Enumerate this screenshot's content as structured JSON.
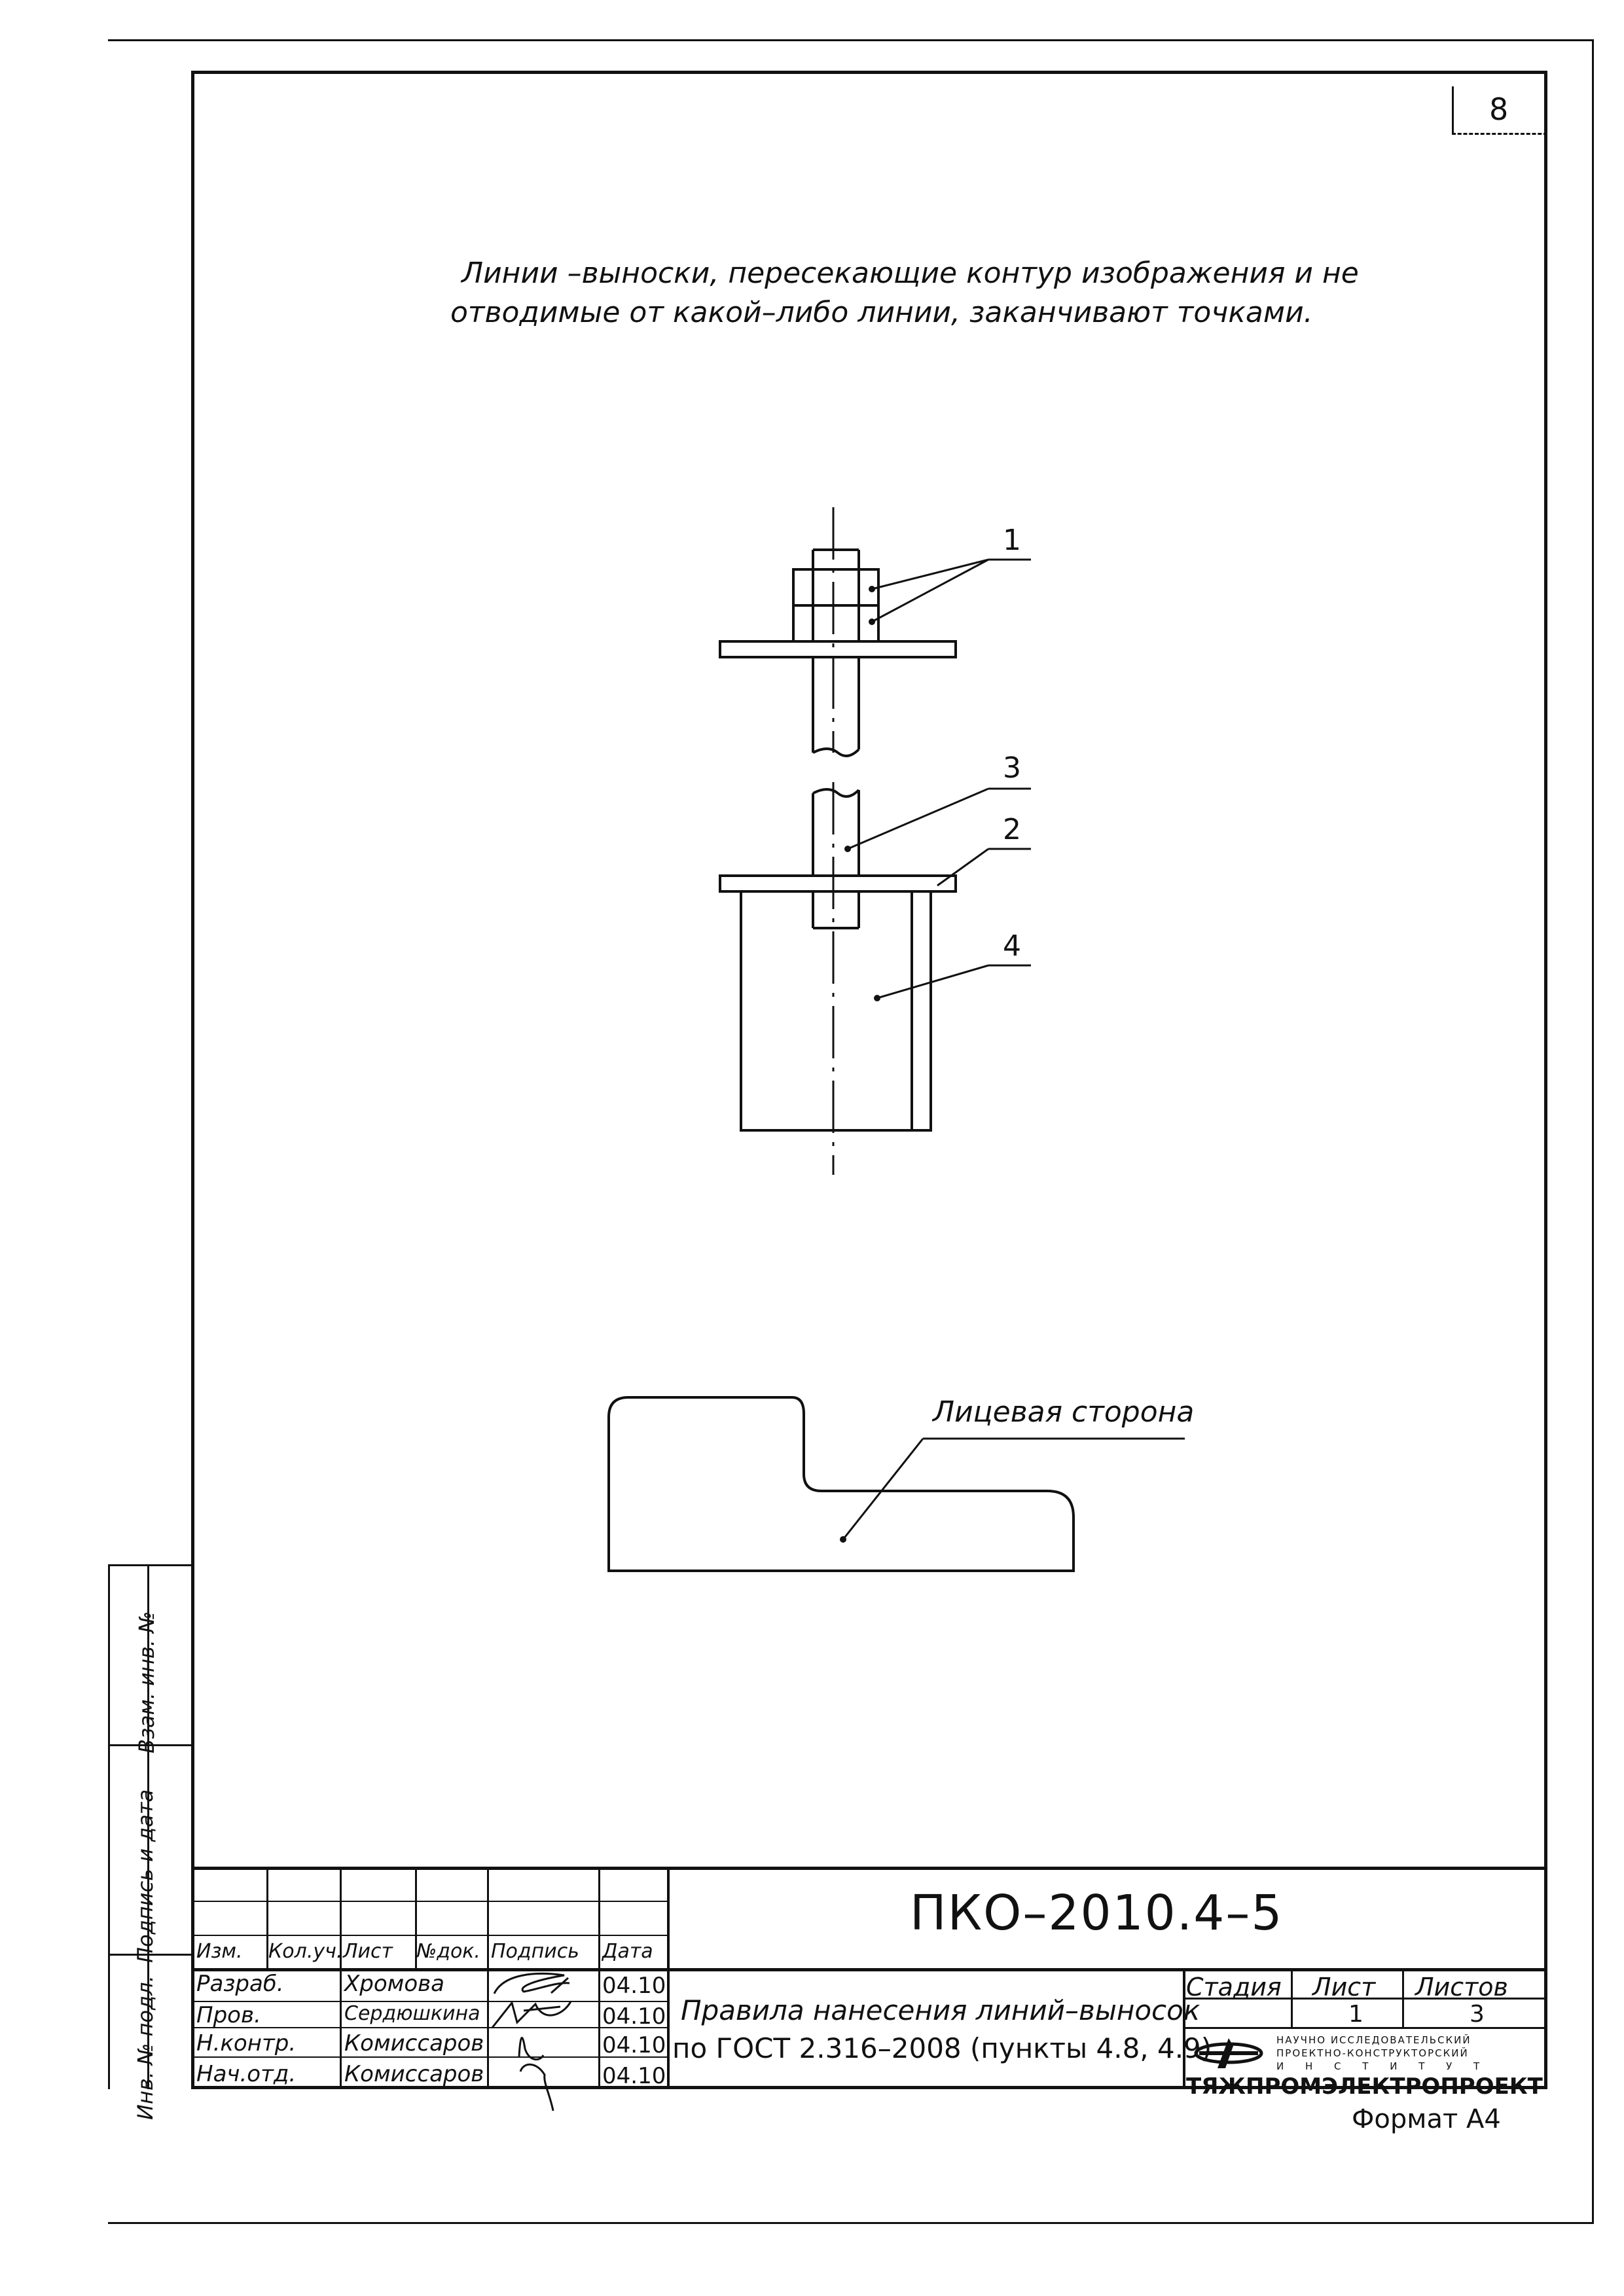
{
  "sheet_number": "8",
  "note": {
    "line1": "Линии –выноски, пересекающие контур изображения и не",
    "line2": "отводимые от какой–либо линии, заканчивают точками."
  },
  "drawing1": {
    "callout_1": "1",
    "callout_2": "2",
    "callout_3": "3",
    "callout_4": "4"
  },
  "drawing2": {
    "label": "Лицевая сторона"
  },
  "side_stamp": {
    "vzam": "Взам. инв. №",
    "podpis": "Подпись и дата",
    "inv_podl": "Инв. № подл."
  },
  "title_block": {
    "designation": "ПКО–2010.4–5",
    "headers": {
      "izm": "Изм.",
      "kol": "Кол.уч.",
      "list": "Лист",
      "doc": "№док.",
      "podpis": "Подпись",
      "data": "Дата"
    },
    "rows": [
      {
        "role": "Разраб.",
        "name": "Хромова",
        "date": "04.10"
      },
      {
        "role": "Пров.",
        "name": "Сердюшкина",
        "date": "04.10"
      },
      {
        "role": "Н.контр.",
        "name": "Комиссаров",
        "date": "04.10"
      },
      {
        "role": "Нач.отд.",
        "name": "Комиссаров",
        "date": "04.10"
      }
    ],
    "title_line1": "Правила нанесения линий–выносок",
    "title_line2": "по ГОСТ 2.316–2008 (пункты 4.8, 4.9)",
    "stage_label": "Стадия",
    "sheet_label": "Лист",
    "sheets_label": "Листов",
    "stage_value": "",
    "sheet_value": "1",
    "sheets_value": "3",
    "org_line1": "НАУЧНО ИССЛЕДОВАТЕЛЬСКИЙ",
    "org_line2": "ПРОЕКТНО-КОНСТРУКТОРСКИЙ",
    "org_line3": "И Н С Т И Т У Т",
    "org_name": "ТЯЖПРОМЭЛЕКТРОПРОЕКТ"
  },
  "format": "Формат А4"
}
